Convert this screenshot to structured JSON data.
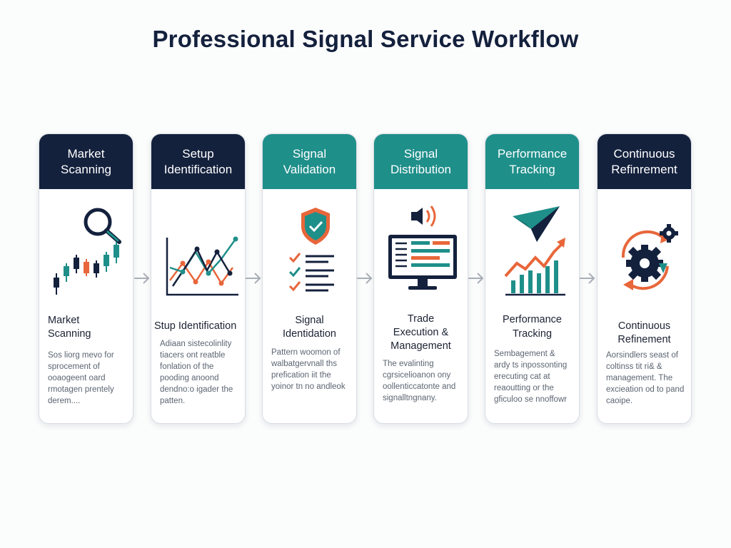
{
  "title": "Professional Signal Service Workflow",
  "colors": {
    "navy": "#14213d",
    "teal": "#1f8f8a",
    "orange": "#e8663a"
  },
  "steps": [
    {
      "header": [
        "Market",
        "Scanning"
      ],
      "label": [
        "Market",
        "Scanning"
      ],
      "desc": [
        "Sos liorg mevo for",
        "sprocement of",
        "ooaogeent oard",
        "rmotagen prentely",
        "derem...."
      ],
      "icon": "magnifier-candlestick-icon"
    },
    {
      "header": [
        "Setup",
        "Identification"
      ],
      "label": [
        "Stup Identification"
      ],
      "desc": [
        "Adiaan sistecolinlity",
        "tiacers ont reatble",
        "fonlation of the",
        "pooding anoond",
        "dendno:o igader the",
        "patten."
      ],
      "icon": "line-chart-icon"
    },
    {
      "header": [
        "Signal",
        "Validation"
      ],
      "label": [
        "Signal",
        "Identidation"
      ],
      "desc": [
        "Pattern woomon of",
        "walbatgervnall ths",
        "prefication iit the",
        "yoinor tn no andleok"
      ],
      "icon": "shield-checklist-icon"
    },
    {
      "header": [
        "Signal",
        "Distribution"
      ],
      "label": [
        "Trade",
        "Execution &",
        "Management"
      ],
      "desc": [
        "The evalinting",
        "cgrsicelioanon ony",
        "oollenticcatonte and",
        "signalltngnany."
      ],
      "icon": "monitor-megaphone-icon"
    },
    {
      "header": [
        "Performance",
        "Tracking"
      ],
      "label": [
        "Performance",
        "Tracking"
      ],
      "desc": [
        "Sembagement &",
        "ardy ts inpossonting",
        "erecuting cat at",
        "reaoutting or the",
        "gficuloo se nnoffowr"
      ],
      "icon": "paper-plane-bar-chart-icon"
    },
    {
      "header": [
        "Continuous",
        "Refinrement"
      ],
      "label": [
        "Continuous",
        "Refinement"
      ],
      "desc": [
        "Aorsindlers seast of",
        "coltinss tit ri& &",
        "management. The",
        "excieation od to pand",
        "caoipe."
      ],
      "icon": "gear-cycle-icon"
    }
  ]
}
